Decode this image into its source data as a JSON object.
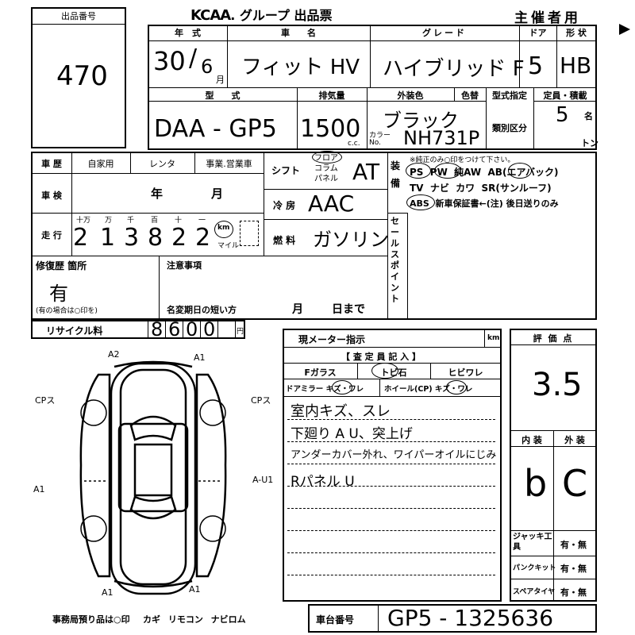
{
  "header": {
    "lot_no_label": "出品番号",
    "lot_no": "470",
    "brand": "KCAA",
    "title_rest": ". グループ 出品票",
    "copy_label": "主催者用"
  },
  "vehicle": {
    "year_label": "年　式",
    "name_label": "車　　名",
    "grade_label": "グレード",
    "door_label": "ドア",
    "shape_label": "形 状",
    "year_value": "30",
    "month_value": "6",
    "month_unit": "月",
    "name_value": "フィット HV",
    "grade_value": "ハイブリッド F",
    "door_value": "5",
    "shape_value": "HB",
    "model_label": "型　　式",
    "displacement_label": "排気量",
    "exterior_color_label": "外装色",
    "color_change_label": "色替",
    "model_designation_label": "型式指定",
    "capacity_label": "定員・積載",
    "category_label": "類別区分",
    "model_value": "DAA - GP5",
    "displacement_value": "1500",
    "cc_unit": "c.c.",
    "color_value": "ブラック",
    "color_no_label": "カラー No.",
    "color_no_value": "NH731P",
    "capacity_value": "5",
    "capacity_unit": "名",
    "ton_unit": "トン"
  },
  "history": {
    "history_label": "車 歴",
    "private_label": "自家用",
    "rental_label": "レンタ",
    "business_label": "事業.営業車",
    "inspection_label": "車 検",
    "year_unit": "年",
    "month_unit": "月",
    "mileage_label": "走 行",
    "digit_labels": [
      "十万",
      "万",
      "千",
      "百",
      "十",
      "一"
    ],
    "mileage_digits": [
      "2",
      "1",
      "3",
      "8",
      "2",
      "2"
    ],
    "km_unit": "km",
    "mile_unit": "マイル",
    "repair_label": "修復歴 箇所",
    "repair_value": "有",
    "repair_note": "(有の場合は○印を)",
    "shift_label": "シフト",
    "shift_options": [
      "フロア",
      "コラム",
      "パネル"
    ],
    "shift_value": "AT",
    "ac_label": "冷 房",
    "ac_value": "AAC",
    "fuel_label": "燃 料",
    "fuel_value": "ガソリン"
  },
  "equipment": {
    "side_label": "装 備",
    "note": "※純正のみ○印をつけて下さい。",
    "row1": "PS  PW  純AW  AB(エアバック)",
    "row2": "TV  ナビ  カワ  SR(サンルーフ)",
    "row3": "ABS  新車保証書←(注) 後日送りのみ",
    "selling_points_label": "セールスポイント"
  },
  "notes": {
    "notes_label": "注意事項",
    "name_change_label": "名変期日の短い方",
    "month_unit": "月",
    "day_unit": "日まで"
  },
  "recycle": {
    "label": "リサイクル料",
    "value_digits": [
      "8",
      "6",
      "0",
      "0"
    ],
    "unit": "円"
  },
  "diagram": {
    "marks": [
      "A2",
      "A1",
      "CPス",
      "CPス",
      "A1",
      "A-U1",
      "A1",
      "A1"
    ]
  },
  "inspector": {
    "meter_label": "現メーター指示",
    "km_unit": "km",
    "entry_label": "【 査 定 員 記 入 】",
    "fglass_label": "Fガラス",
    "tobi_label": "トビ石",
    "hibi_label": "ヒビワレ",
    "door_mirror_label": "ドアミラー キズ・ワレ",
    "wheel_label": "ホイール(CP) キズ・ワレ",
    "lines": [
      "室内キズ、スレ",
      "下廻り A U、突上げ",
      "アンダーカバー外れ、ワイパーオイルにじみ",
      "Rパネル U"
    ]
  },
  "score": {
    "label": "評 価 点",
    "value": "3.5",
    "interior_label": "内 装",
    "exterior_label": "外 装",
    "interior_value": "b",
    "exterior_value": "C"
  },
  "tools": {
    "jack_label": "ジャッキ工 具",
    "puncture_label": "パンクキット",
    "spare_label": "スペアタイヤ",
    "yesno": "有・無"
  },
  "footer": {
    "office_note": "事務局預り品は○印",
    "items": "カギ リモコン ナビロム",
    "chassis_label": "車台番号",
    "chassis_value": "GP5 - 1325636"
  }
}
